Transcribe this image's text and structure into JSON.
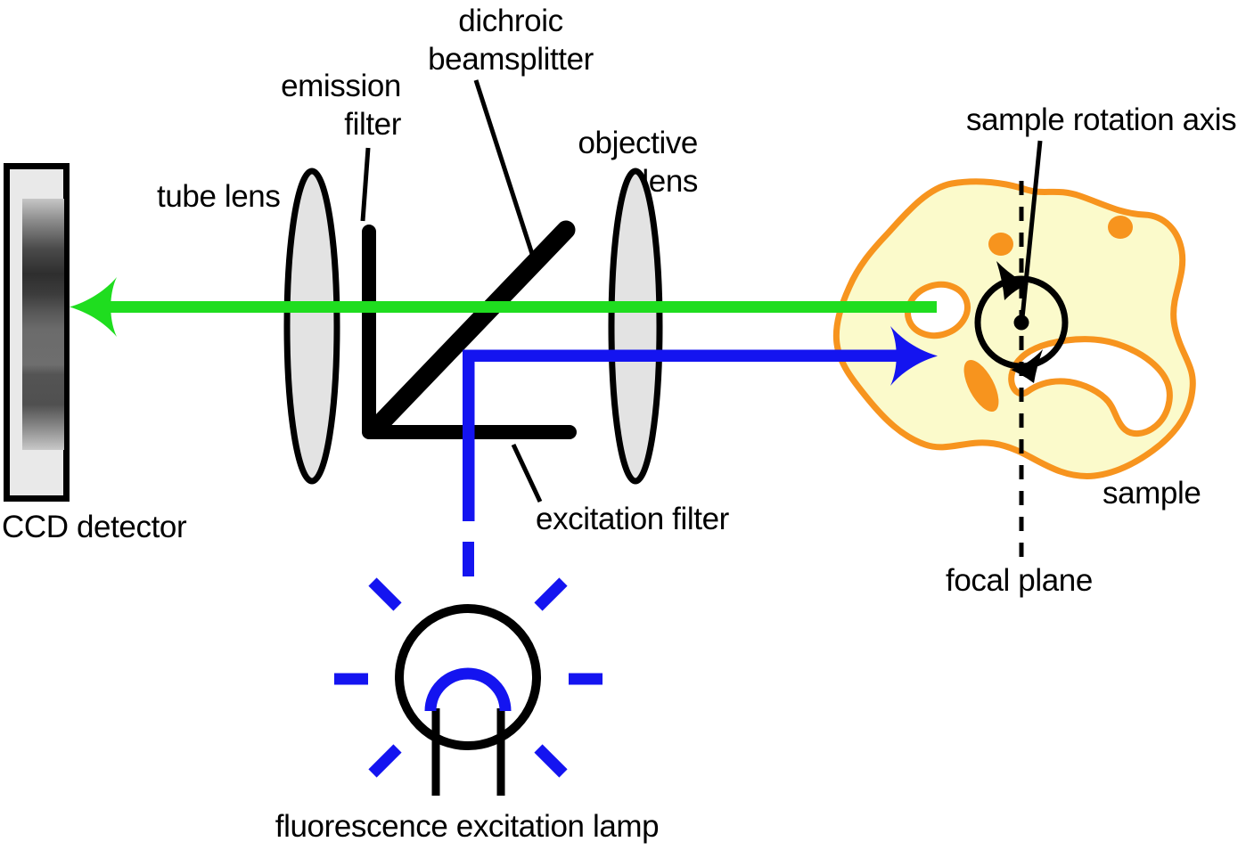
{
  "labels": {
    "ccd_detector": "CCD detector",
    "tube_lens": "tube lens",
    "emission_filter": {
      "line1": "emission",
      "line2": "filter"
    },
    "dichroic_beamsplitter": {
      "line1": "dichroic",
      "line2": "beamsplitter"
    },
    "objective_lens": {
      "line1": "objective",
      "line2": "lens"
    },
    "excitation_filter": "excitation filter",
    "fluorescence_excitation_lamp": "fluorescence excitation lamp",
    "sample_rotation_axis": "sample rotation axis",
    "sample": "sample",
    "focal_plane": "focal plane"
  },
  "colors": {
    "emission_beam_green": "#1fdd1f",
    "excitation_beam_blue": "#1414f0",
    "sample_outline_orange": "#f7941e",
    "sample_fill_yellow": "#fbfacb",
    "hole_fill_white": "#ffffff",
    "lens_fill_gray": "#e3e3e3",
    "detector_fill_gray": "#e9e9e9",
    "line_black": "#000000"
  }
}
